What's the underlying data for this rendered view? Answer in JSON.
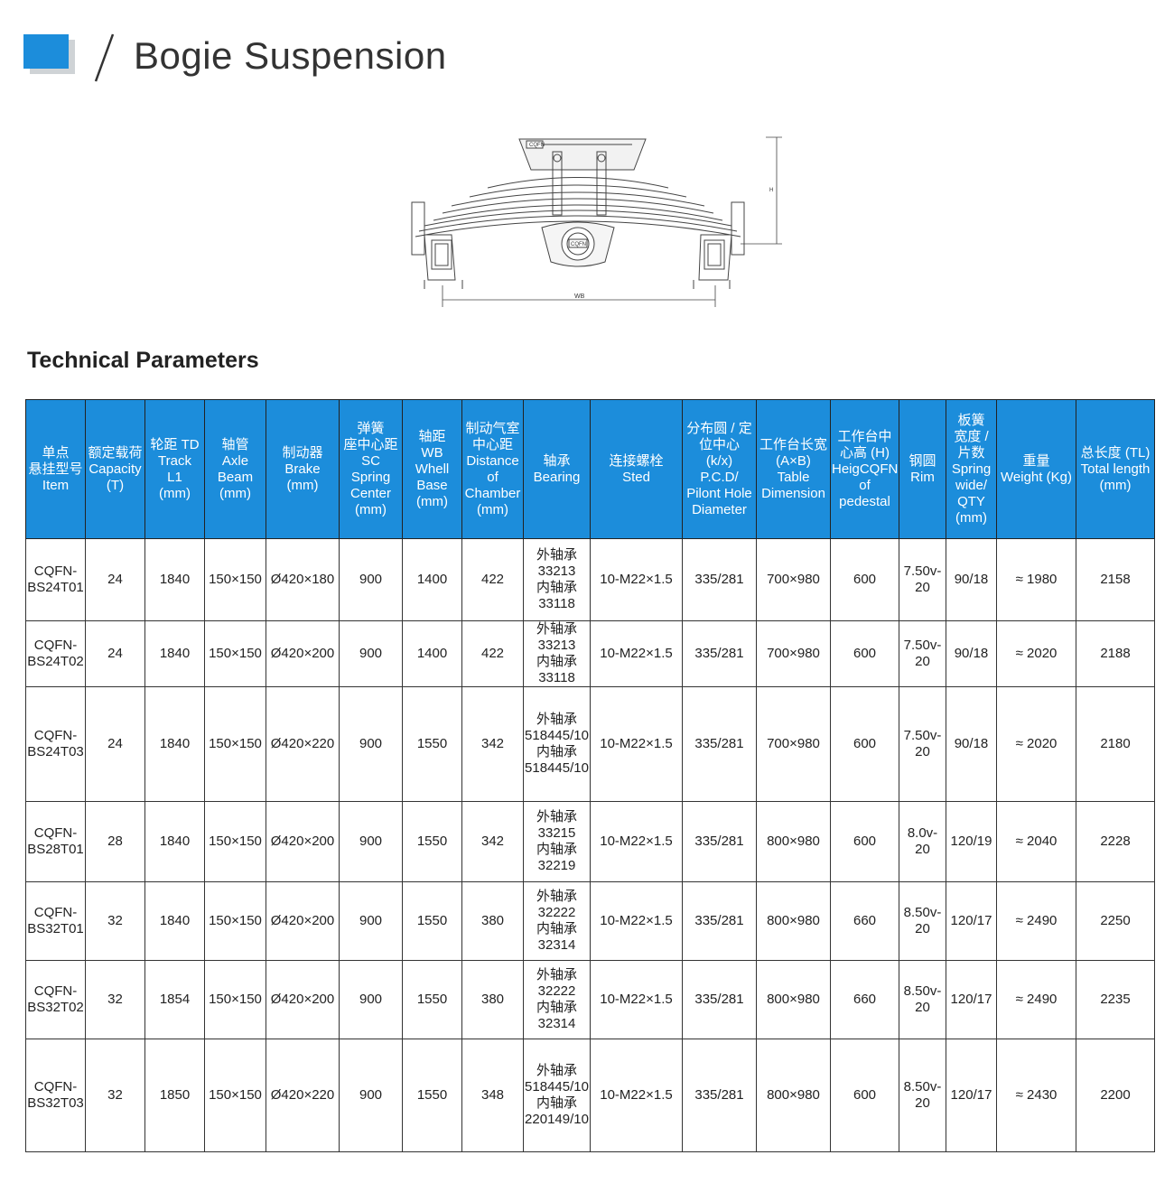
{
  "header": {
    "title": "Bogie Suspension",
    "accent_color": "#1c8ddb",
    "shadow_color": "#cfd3d6"
  },
  "drawing": {
    "badge_top": "CQFN",
    "badge_center": "CQFN",
    "height_label": "H",
    "wb_label": "WB"
  },
  "section_title": "Technical Parameters",
  "table": {
    "header_bg": "#1c8ddb",
    "columns": [
      "单点\n悬挂型号\nItem",
      "额定载荷\nCapacity\n(T)",
      "轮距 TD\nTrack\nL1\n(mm)",
      "轴管\nAxle\nBeam\n(mm)",
      "制动器\nBrake\n(mm)",
      "弹簧\n座中心距\nSC Spring\nCenter\n(mm)",
      "轴距\nWB\nWhell\nBase\n(mm)",
      "制动气室\n中心距\nDistance\nof\nChamber\n(mm)",
      "轴承\nBearing",
      "连接螺栓\nSted",
      "分布圆 / 定\n位中心\n(k/x)\nP.C.D/\nPilont Hole\nDiameter",
      "工作台长宽\n(A×B)\nTable\nDimension",
      "工作台中\n心高 (H)\nHeigCQFN\nof pedestal",
      "钢圆\nRim",
      "板簧\n宽度 /\n片数\nSpring\nwide/\nQTY\n(mm)",
      "重量\nWeight (Kg)",
      "总长度 (TL)\nTotal length\n(mm)"
    ],
    "rows": [
      [
        "CQFN-\nBS24T01",
        "24",
        "1840",
        "150×150",
        "Ø420×180",
        "900",
        "1400",
        "422",
        "外轴承\n33213\n内轴承\n33118",
        "10-M22×1.5",
        "335/281",
        "700×980",
        "600",
        "7.50v-\n20",
        "90/18",
        "≈ 1980",
        "2158"
      ],
      [
        "CQFN-\nBS24T02",
        "24",
        "1840",
        "150×150",
        "Ø420×200",
        "900",
        "1400",
        "422",
        "外轴承\n33213\n内轴承\n33118",
        "10-M22×1.5",
        "335/281",
        "700×980",
        "600",
        "7.50v-\n20",
        "90/18",
        "≈ 2020",
        "2188"
      ],
      [
        "CQFN-\nBS24T03",
        "24",
        "1840",
        "150×150",
        "Ø420×220",
        "900",
        "1550",
        "342",
        "外轴承\n518445/10\n内轴承\n518445/10",
        "10-M22×1.5",
        "335/281",
        "700×980",
        "600",
        "7.50v-\n20",
        "90/18",
        "≈ 2020",
        "2180"
      ],
      [
        "CQFN-\nBS28T01",
        "28",
        "1840",
        "150×150",
        "Ø420×200",
        "900",
        "1550",
        "342",
        "外轴承\n33215\n内轴承\n32219",
        "10-M22×1.5",
        "335/281",
        "800×980",
        "600",
        "8.0v-\n20",
        "120/19",
        "≈ 2040",
        "2228"
      ],
      [
        "CQFN-\nBS32T01",
        "32",
        "1840",
        "150×150",
        "Ø420×200",
        "900",
        "1550",
        "380",
        "外轴承\n32222\n内轴承\n32314",
        "10-M22×1.5",
        "335/281",
        "800×980",
        "660",
        "8.50v-\n20",
        "120/17",
        "≈ 2490",
        "2250"
      ],
      [
        "CQFN-\nBS32T02",
        "32",
        "1854",
        "150×150",
        "Ø420×200",
        "900",
        "1550",
        "380",
        "外轴承\n32222\n内轴承\n32314",
        "10-M22×1.5",
        "335/281",
        "800×980",
        "660",
        "8.50v-\n20",
        "120/17",
        "≈ 2490",
        "2235"
      ],
      [
        "CQFN-\nBS32T03",
        "32",
        "1850",
        "150×150",
        "Ø420×220",
        "900",
        "1550",
        "348",
        "外轴承\n518445/10\n内轴承\n220149/10",
        "10-M22×1.5",
        "335/281",
        "800×980",
        "600",
        "8.50v-\n20",
        "120/17",
        "≈ 2430",
        "2200"
      ]
    ]
  }
}
